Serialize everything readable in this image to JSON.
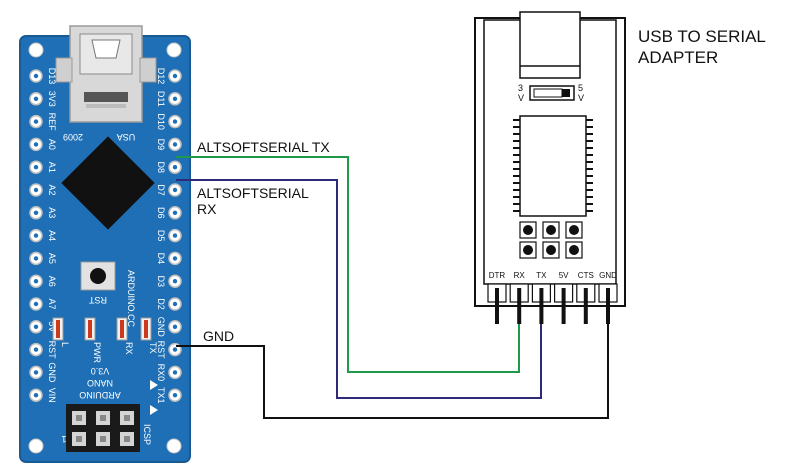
{
  "adapter": {
    "title_line1": "USB TO SERIAL",
    "title_line2": "ADAPTER",
    "switch_left_top": "3",
    "switch_left_bottom": "V",
    "switch_right_top": "5",
    "switch_right_bottom": "V",
    "pins": [
      "DTR",
      "RX",
      "TX",
      "5V",
      "CTS",
      "GND"
    ]
  },
  "wires": {
    "tx_label": "ALTSOFTSERIAL TX",
    "rx_label_line1": "ALTSOFTSERIAL",
    "rx_label_line2": "RX",
    "gnd_label": "GND",
    "colors": {
      "tx": "#1e9a48",
      "rx": "#2e2a78",
      "gnd": "#111111"
    }
  },
  "nano": {
    "board_color": "#1e6fb5",
    "left_pins": [
      "D13",
      "3V3",
      "REF",
      "A0",
      "A1",
      "A2",
      "A3",
      "A4",
      "A5",
      "A6",
      "A7",
      "5V",
      "RST",
      "GND",
      "VIN"
    ],
    "right_pins": [
      "D12",
      "D11",
      "D10",
      "D9",
      "D8",
      "D7",
      "D6",
      "D5",
      "D4",
      "D3",
      "D2",
      "GND",
      "RST",
      "RX0",
      "TX1"
    ],
    "usb_left_text": "2009",
    "usb_right_text": "USA",
    "rst_button_label": "RST",
    "brand_text": "ARDUINO.CC",
    "led_labels": [
      "L",
      "PWR",
      "RX",
      "TX"
    ],
    "name_line1": "ARDUINO",
    "name_line2": "NANO",
    "name_line3": "V3.0",
    "icsp_label": "ICSP",
    "icsp_pin1": "1"
  }
}
